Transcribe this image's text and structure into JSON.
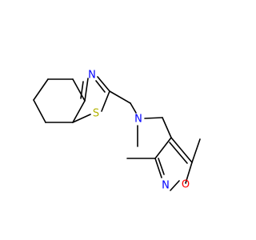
{
  "structure": {
    "atoms": {
      "N_thiazole": {
        "symbol": "N",
        "color": "#0000ff"
      },
      "S_thiazole": {
        "symbol": "S",
        "color": "#b3b300"
      },
      "N_amine": {
        "symbol": "N",
        "color": "#0000ff"
      },
      "N_isoxazole": {
        "symbol": "N",
        "color": "#0000ff"
      },
      "O_isoxazole": {
        "symbol": "O",
        "color": "#ff0000"
      }
    },
    "bond_color": "#000000"
  }
}
